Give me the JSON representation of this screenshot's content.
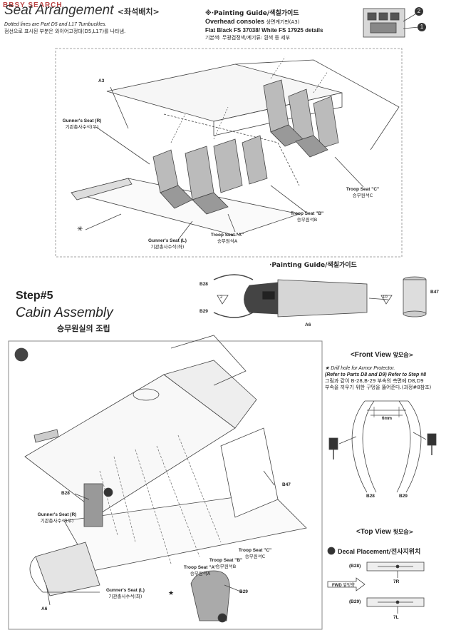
{
  "header": {
    "watermark": "BBSY SEARCH",
    "title": "Seat Arrangement",
    "title_ko": "<좌석배치>",
    "note_en": "Dotted lines are Part D5 and L17 Turnbuckles.",
    "note_ko": "점선으로 표시된 부분은 와이어고정대(D5,L17)를 나타냄."
  },
  "painting_guide_top": {
    "title": "※·Painting Guide/색칠가이드",
    "line1": "Overhead consoles",
    "line1_ko": "상면계기판(A3)",
    "line2": "Flat Black FS 37038/ White FS 17925 details",
    "line3_ko": "기본색: 무광검정색/계기류: 흰색 등 세부",
    "callouts": [
      "2",
      "1"
    ]
  },
  "seat_diagram": {
    "part_a3": "A3",
    "gunner_r": "Gunner's Seat (R)",
    "gunner_r_ko": "기관총사수석(우)",
    "gunner_l": "Gunner's Seat (L)",
    "gunner_l_ko": "기관총사수석(좌)",
    "troop_a": "Troop Seat \"A\"",
    "troop_a_ko": "승무원석A",
    "troop_b": "Troop Seat \"B\"",
    "troop_b_ko": "승무원석B",
    "troop_c": "Troop Seat \"C\"",
    "troop_c_ko": "승무원석C",
    "asterisk": "✳"
  },
  "painting_guide_mid": {
    "title": "·Painting Guide/색칠가이드",
    "parts": [
      "B28",
      "B29",
      "A6",
      "B47"
    ],
    "callouts": [
      "2",
      "10"
    ]
  },
  "step": {
    "number": "Step#5",
    "name": "Cabin Assembly",
    "name_ko": "승무원실의 조립"
  },
  "assembly": {
    "b28": "B28",
    "b29": "B29",
    "b47": "B47",
    "a6": "A6",
    "gunner_r": "Gunner's Seat (R)",
    "gunner_r_ko": "기관총사수석(우)",
    "gunner_l": "Gunner's Seat (L)",
    "gunner_l_ko": "기관총사수석(좌)",
    "troop_a": "Troop Seat \"A\"",
    "troop_a_ko": "승무원석A",
    "troop_b": "Troop Seat \"B\"",
    "troop_b_ko": "승무원석B",
    "troop_c": "Troop Seat \"C\"",
    "troop_c_ko": "승무원석C",
    "star": "★"
  },
  "front_view": {
    "title": "<Front View",
    "title_ko": "앞모습>",
    "note_en1": "★ Drill hole for Armor Protector.",
    "note_en2": "(Refer to Parts D8 and D9) Refer to Step #8",
    "note_ko1": "그림과 같이 B-28,B-29 부속의 측면에 D8,D9",
    "note_ko2": "부속을 끼우기 위한 구멍을 뚫어준다.(과정#8참조)",
    "dim": "6mm",
    "b28": "B28",
    "b29": "B29"
  },
  "top_view": {
    "title": "<Top View",
    "title_ko": "윗모습>"
  },
  "decal": {
    "title": "Decal Placement",
    "title_ko": "/전사지위치",
    "b28": "(B28)",
    "b29": "(B29)",
    "decal_r": "7R",
    "decal_l": "7L",
    "fwd": "FWD",
    "fwd_ko": "앞방향"
  }
}
